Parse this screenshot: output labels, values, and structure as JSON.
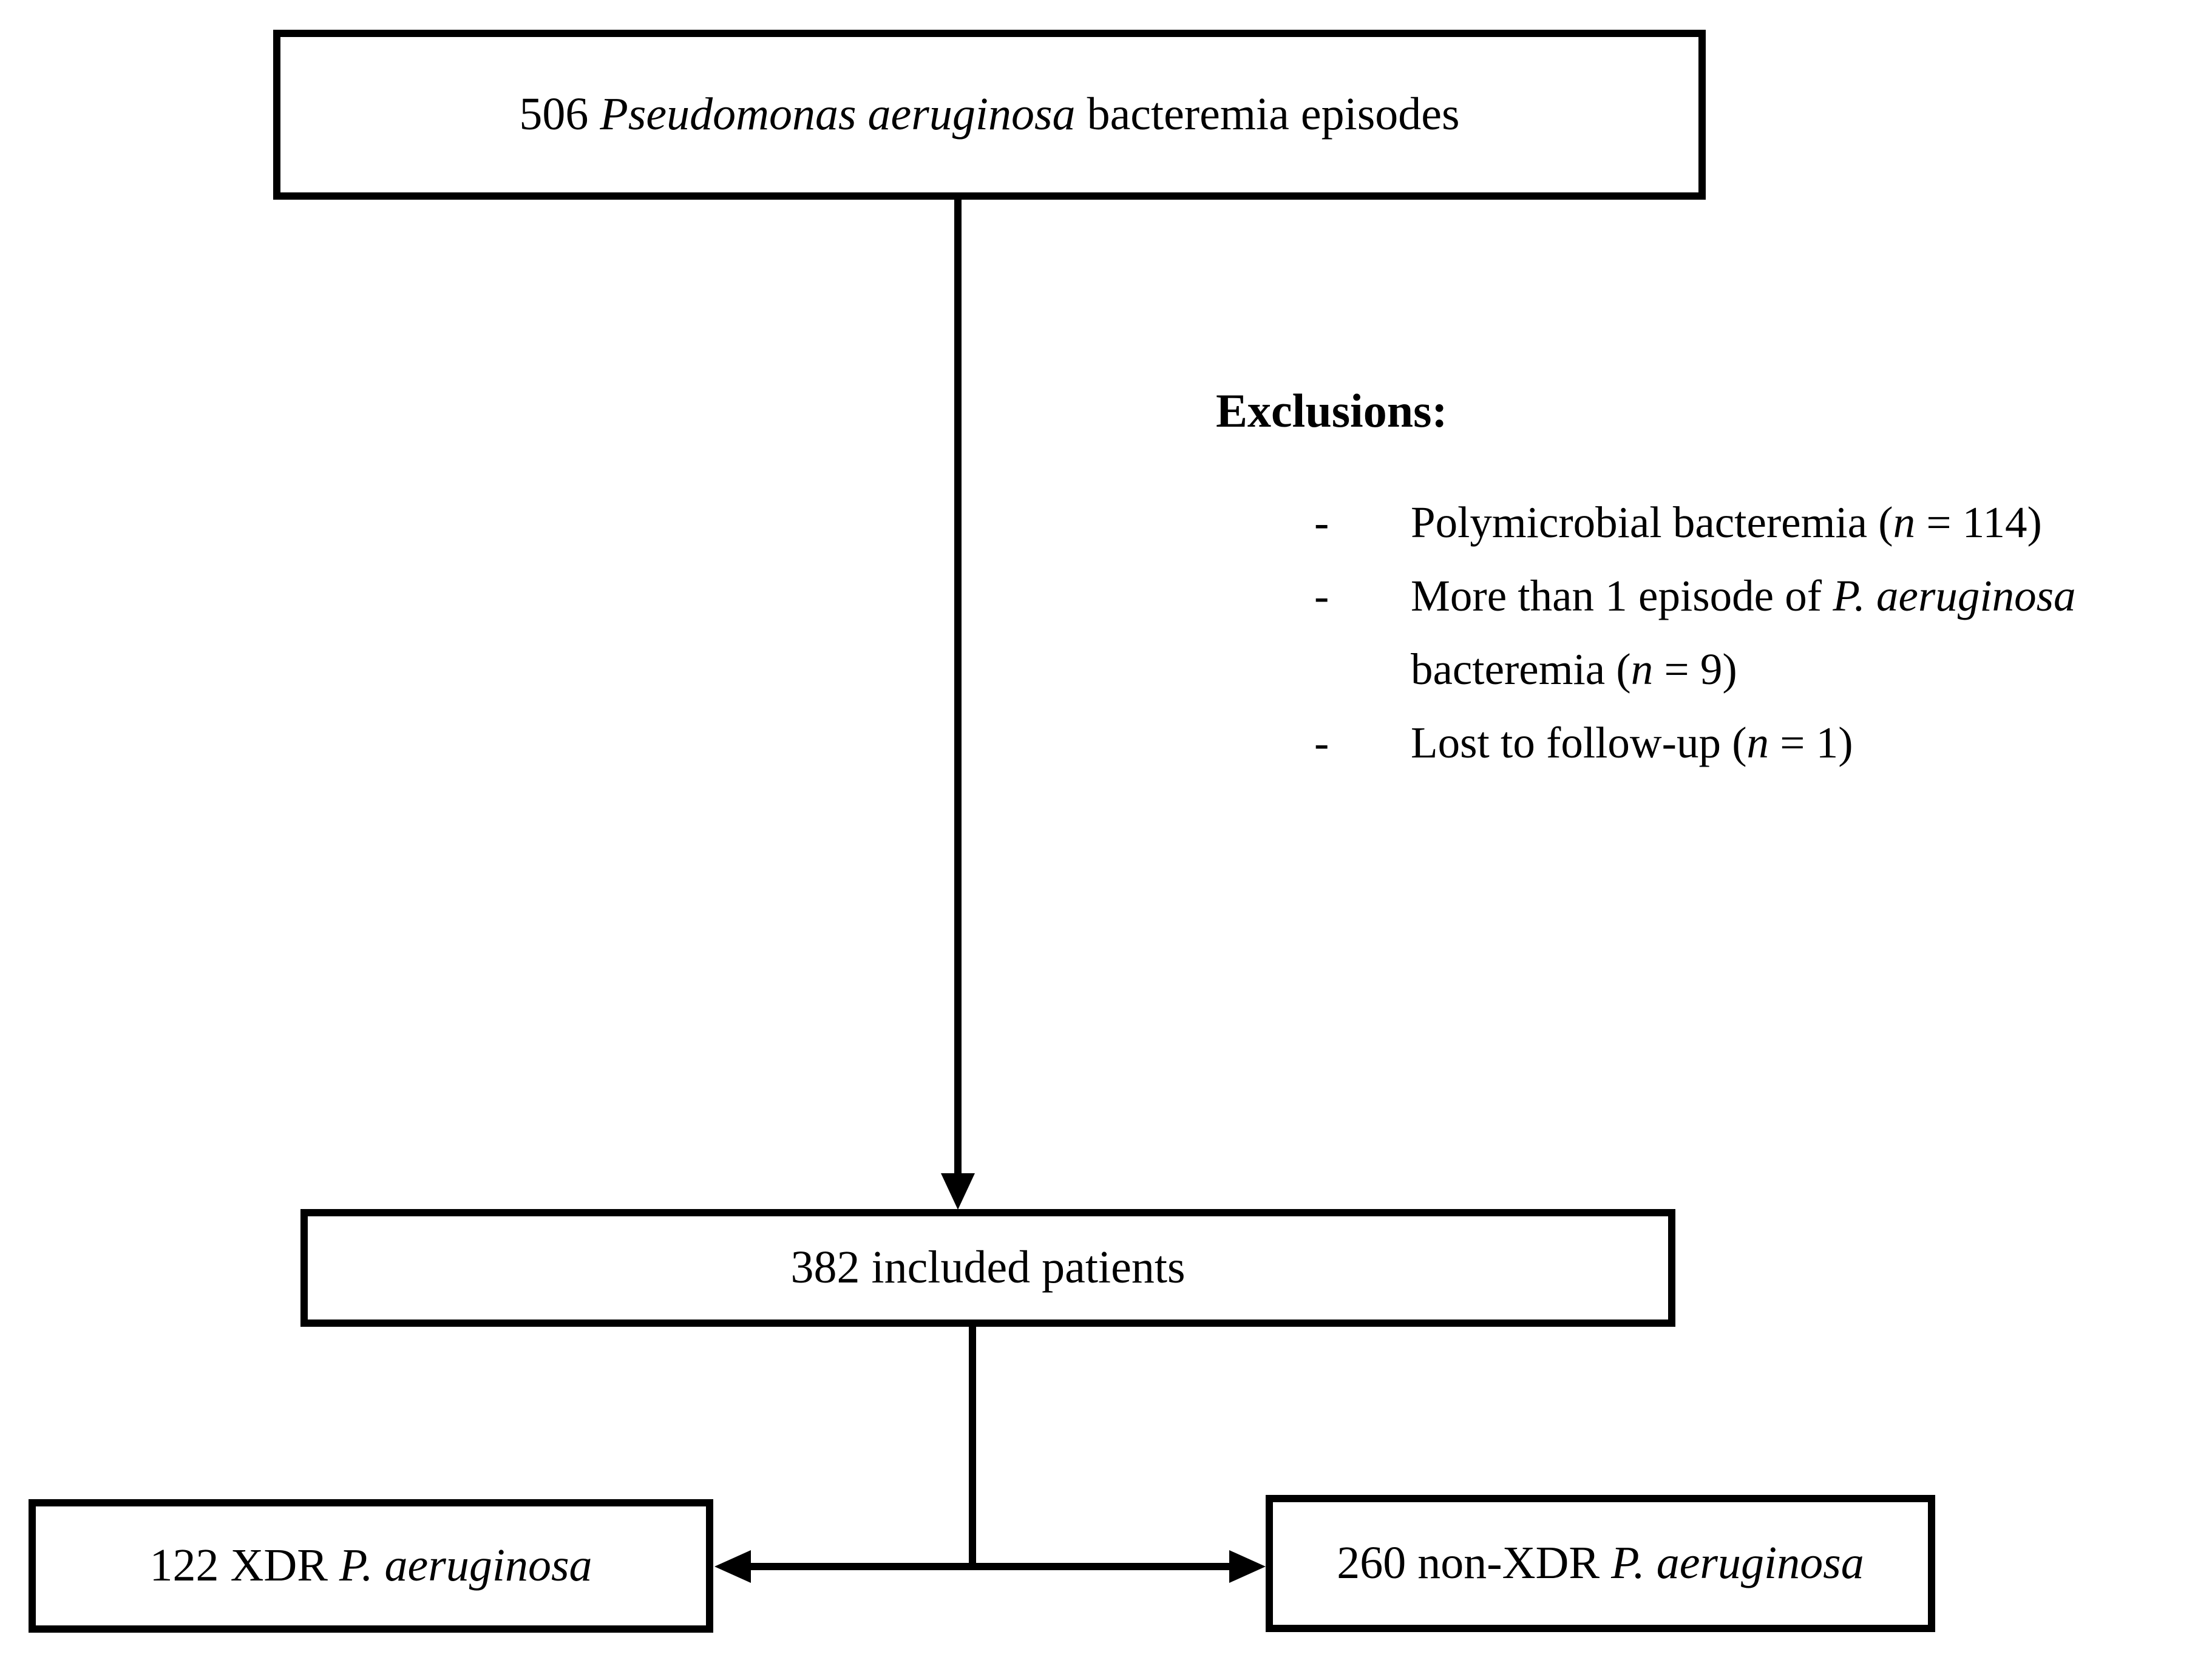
{
  "diagram": {
    "colors": {
      "line": "#000000",
      "background": "#ffffff",
      "text": "#000000"
    },
    "top_box": {
      "segments": [
        {
          "text": "506 "
        },
        {
          "text": "Pseudomonas aeruginosa",
          "italic": true
        },
        {
          "text": " bacteremia episodes"
        }
      ]
    },
    "exclusions": {
      "heading": "Exclusions:",
      "items": [
        {
          "dash": "-",
          "segments": [
            {
              "text": "Polymicrobial bacteremia ("
            },
            {
              "text": "n",
              "italic": true
            },
            {
              "text": " = 114)"
            }
          ]
        },
        {
          "dash": "-",
          "segments": [
            {
              "text": "More than 1 episode of "
            },
            {
              "text": "P. aeruginosa",
              "italic": true
            },
            {
              "text": "\nbacteremia ("
            },
            {
              "text": "n",
              "italic": true
            },
            {
              "text": " = 9)"
            }
          ]
        },
        {
          "dash": "-",
          "segments": [
            {
              "text": "Lost to follow-up ("
            },
            {
              "text": "n",
              "italic": true
            },
            {
              "text": " = 1)"
            }
          ]
        }
      ]
    },
    "included_box": {
      "segments": [
        {
          "text": "382 included patients"
        }
      ]
    },
    "xdr_box": {
      "segments": [
        {
          "text": "122 XDR "
        },
        {
          "text": "P. aeruginosa",
          "italic": true
        }
      ]
    },
    "non_xdr_box": {
      "segments": [
        {
          "text": "260 non-XDR "
        },
        {
          "text": "P. aeruginosa",
          "italic": true
        }
      ]
    }
  }
}
